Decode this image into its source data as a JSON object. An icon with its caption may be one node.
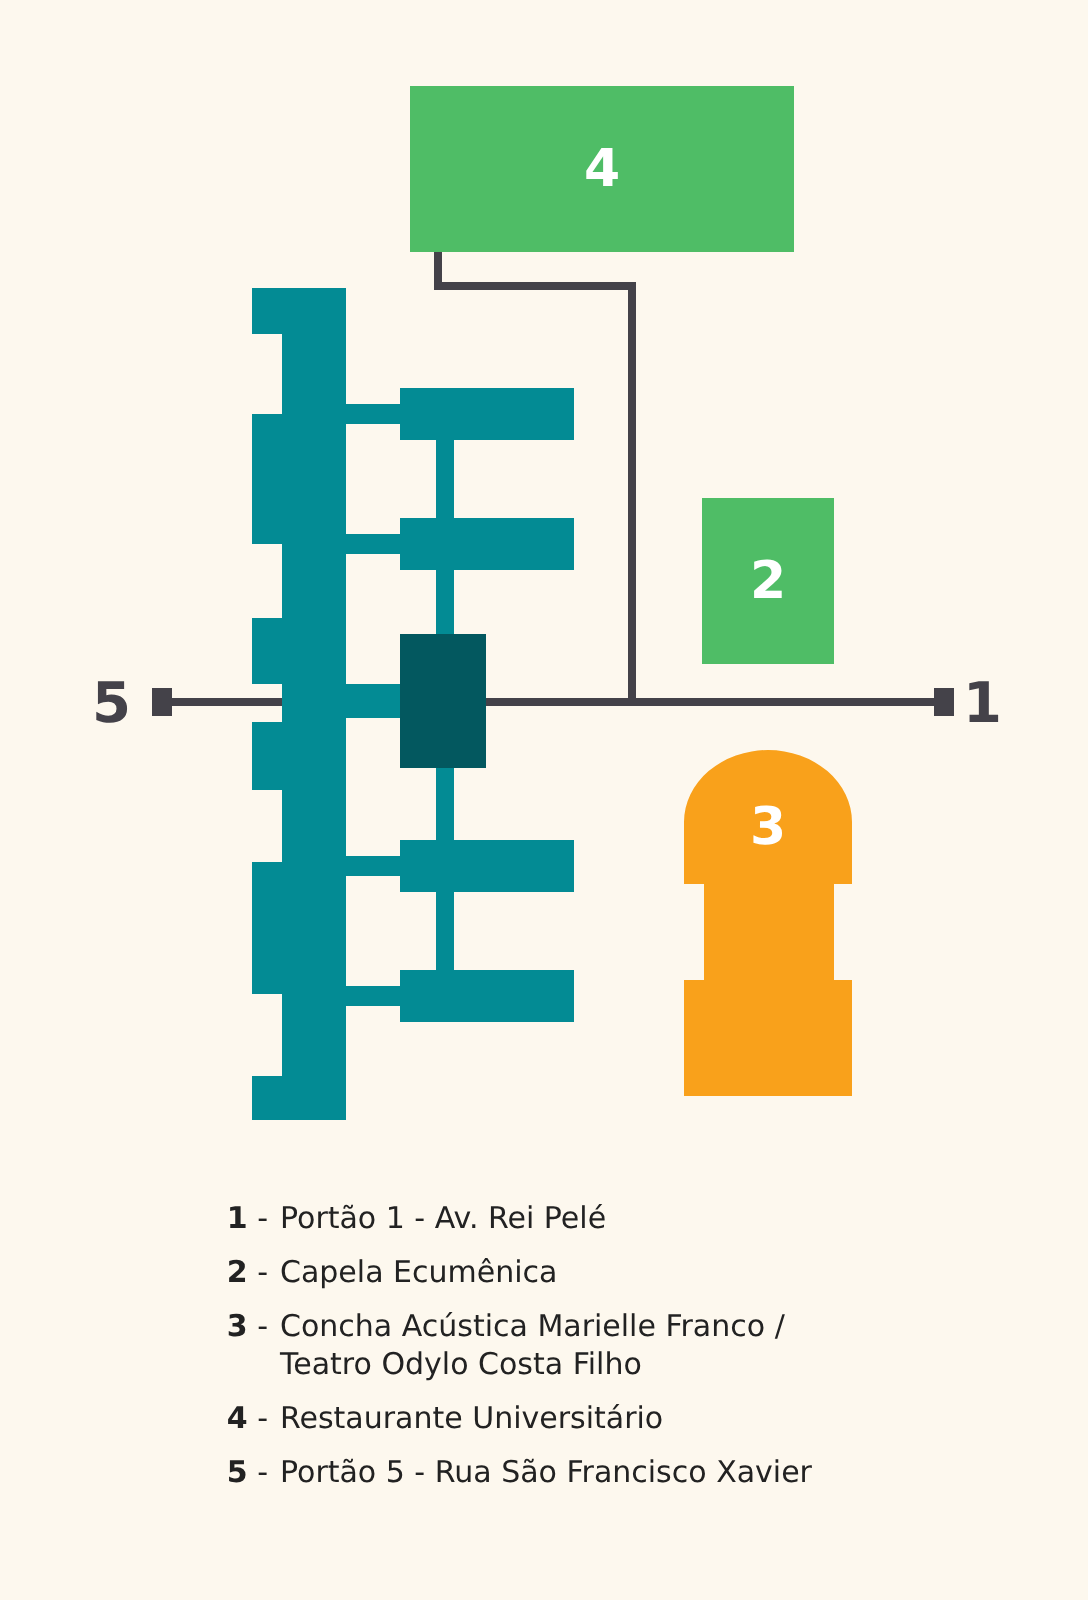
{
  "diagram": {
    "nodes": [
      {
        "text": [
          "4"
        ]
      },
      {
        "text": [
          "2"
        ]
      },
      {
        "text": [
          "3"
        ]
      },
      {
        "text": [],
        "shape": "box"
      },
      {
        "text": [
          "1"
        ]
      },
      {
        "text": [
          "5"
        ]
      }
    ],
    "edges": [
      {
        "from": 5,
        "to": 3,
        "arrow": "none"
      },
      {
        "from": 3,
        "to": 4,
        "arrow": "none"
      },
      {
        "from": 0,
        "to": 4,
        "arrow": "none"
      },
      {
        "from": 0,
        "to": 3,
        "arrow": "none"
      }
    ],
    "labels": [
      "**1** -",
      "Portão 1 - Av. Rei Pelé",
      "**2** -",
      "Capela Ecumênica",
      "**3** -",
      "Concha Acústica Marielle Franco / Teatro Odylo Costa Filho",
      "**4** -",
      "Restaurante Universitário",
      "**5** -",
      "Portão 5 - Rua São Francisco Xavier"
    ]
  }
}
